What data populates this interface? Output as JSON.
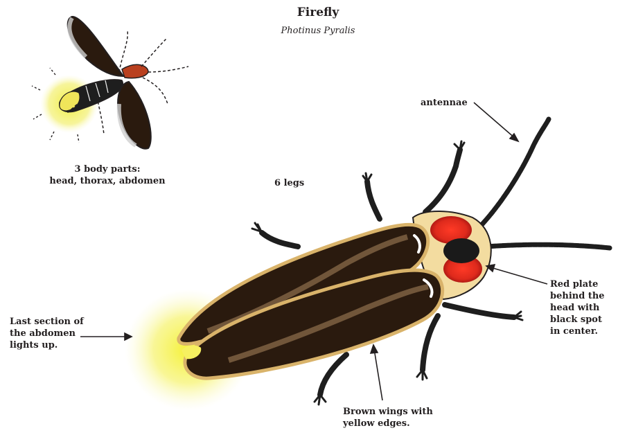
{
  "title": "Firefly",
  "subtitle": "Photinus Pyralis",
  "labels": {
    "body_parts": "3 body parts:\nhead, thorax, abdomen",
    "legs": "6 legs",
    "antennae": "antennae",
    "plate": "Red plate\nbehind the\nhead with\nblack spot\nin center.",
    "abdomen": "Last section of\nthe abdomen\nlights up.",
    "wings": "Brown wings with\nyellow edges."
  },
  "colors": {
    "wing": "#2a1a0e",
    "wing_edge": "#d9b36a",
    "plate": "#f3dca0",
    "plate_red": "#e0281d",
    "glow": "#f2ef3a",
    "leg": "#1e1e1e",
    "text": "#231f20"
  }
}
